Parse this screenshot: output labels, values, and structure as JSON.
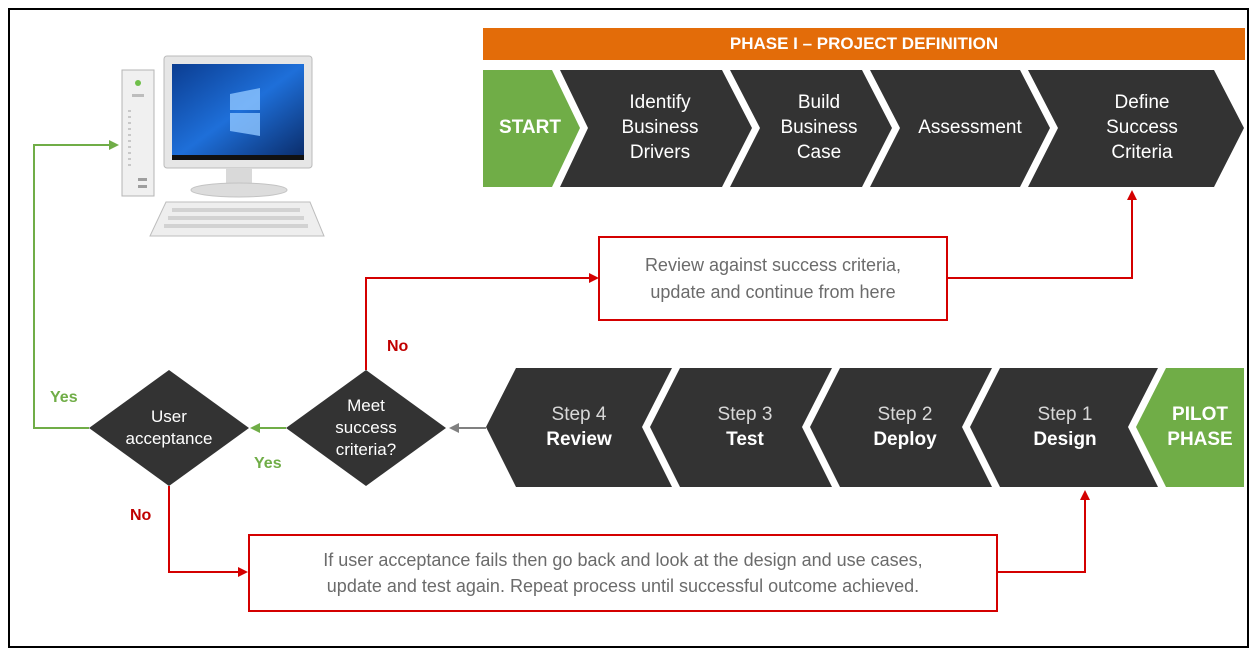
{
  "phase1": {
    "banner": "PHASE I – PROJECT DEFINITION",
    "start": "START",
    "steps": [
      "Identify\nBusiness\nDrivers",
      "Build\nBusiness\nCase",
      "Assessment",
      "Define\nSuccess\nCriteria"
    ]
  },
  "pilot": {
    "phase": "PILOT\nPHASE",
    "steps": [
      {
        "num": "Step 1",
        "name": "Design"
      },
      {
        "num": "Step 2",
        "name": "Deploy"
      },
      {
        "num": "Step 3",
        "name": "Test"
      },
      {
        "num": "Step 4",
        "name": "Review"
      }
    ]
  },
  "decisions": {
    "meet": "Meet\nsuccess\ncriteria?",
    "user": "User\nacceptance"
  },
  "labels": {
    "yes": "Yes",
    "no": "No"
  },
  "notes": {
    "review": "Review against success criteria,\nupdate and continue from here",
    "user_fail": "If user acceptance fails then go back and look at the design and use cases,\nupdate and test again. Repeat process until successful outcome achieved."
  },
  "colors": {
    "orange": "#e36c09",
    "green": "#70ad47",
    "dark": "#333333",
    "red": "#d40000",
    "gray": "#808080"
  },
  "icons": {
    "computer": "desktop-computer-icon"
  }
}
